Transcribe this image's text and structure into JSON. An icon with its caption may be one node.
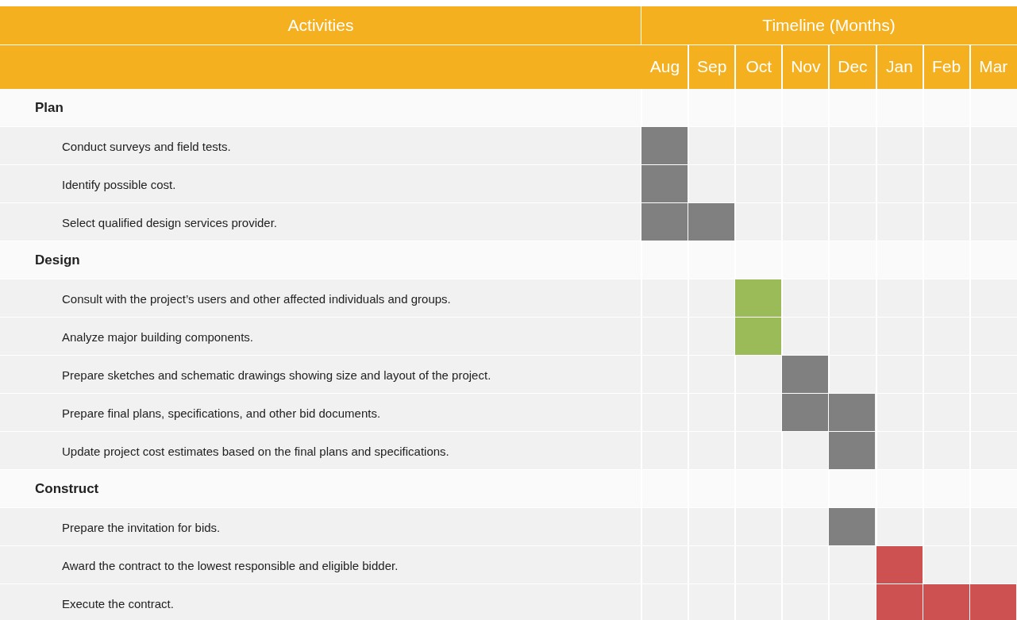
{
  "diagram": {
    "labels": [
      "Activities",
      "Timeline (Months)",
      "Aug",
      "Sep",
      "Oct",
      "Nov",
      "Dec",
      "Jan",
      "Feb",
      "Mar"
    ],
    "nodes": [
      {
        "text": [
          "Plan"
        ]
      },
      {
        "text": [
          "Conduct surveys and field tests."
        ]
      },
      {
        "text": [],
        "shape": "bar",
        "in": 1
      },
      {
        "text": [
          "Identify possible cost."
        ]
      },
      {
        "text": [],
        "shape": "bar",
        "in": 3
      },
      {
        "text": [
          "Select qualified design services provider."
        ]
      },
      {
        "text": [],
        "shape": "bar",
        "in": 5
      },
      {
        "text": [],
        "shape": "bar",
        "in": 5
      },
      {
        "text": [
          "Design"
        ]
      },
      {
        "text": [
          "Consult with the project’s users and other affected individuals and groups."
        ]
      },
      {
        "text": [],
        "shape": "bar",
        "in": 9
      },
      {
        "text": [
          "Analyze major building components."
        ]
      },
      {
        "text": [],
        "shape": "bar",
        "in": 11
      },
      {
        "text": [
          "Prepare sketches and schematic drawings showing size and layout of the project."
        ]
      },
      {
        "text": [],
        "shape": "bar",
        "in": 13
      },
      {
        "text": [
          "Prepare final plans, specifications, and other bid documents."
        ]
      },
      {
        "text": [],
        "shape": "bar",
        "in": 15
      },
      {
        "text": [],
        "shape": "bar",
        "in": 15
      },
      {
        "text": [
          "Update project cost estimates based on the final plans and specifications."
        ]
      },
      {
        "text": [],
        "shape": "bar",
        "in": 18
      },
      {
        "text": [
          "Construct"
        ]
      },
      {
        "text": [
          "Prepare the invitation for bids."
        ]
      },
      {
        "text": [],
        "shape": "bar",
        "in": 21
      },
      {
        "text": [
          "Award the contract to the lowest responsible and eligible bidder."
        ]
      },
      {
        "text": [],
        "shape": "bar",
        "in": 23
      },
      {
        "text": [
          "Execute the contract."
        ]
      },
      {
        "text": [],
        "shape": "bar",
        "in": 25
      },
      {
        "text": [],
        "shape": "bar",
        "in": 25
      },
      {
        "text": [],
        "shape": "bar",
        "in": 25
      }
    ]
  }
}
